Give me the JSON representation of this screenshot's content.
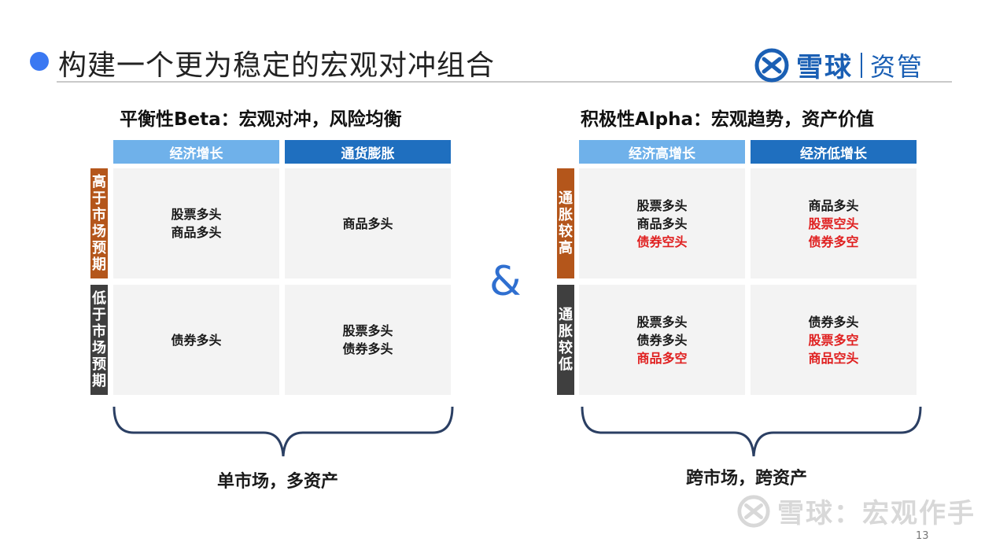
{
  "title": "构建一个更为稳定的宏观对冲组合",
  "logo": {
    "name": "雪球",
    "sub": "资管"
  },
  "left": {
    "subtitle": "平衡性Beta：宏观对冲，风险均衡",
    "col_headers": [
      "经济增长",
      "通货膨胀"
    ],
    "row_headers": [
      "高于市场预期",
      "低于市场预期"
    ],
    "cells": [
      [
        [
          "股票多头",
          "商品多头"
        ],
        [
          "商品多头"
        ]
      ],
      [
        [
          "债券多头"
        ],
        [
          "股票多头",
          "债券多头"
        ]
      ]
    ],
    "footer": "单市场，多资产"
  },
  "ampersand": "&",
  "right": {
    "subtitle": "积极性Alpha：宏观趋势，资产价值",
    "col_headers": [
      "经济高增长",
      "经济低增长"
    ],
    "row_headers": [
      "通胀较高",
      "通胀较低"
    ],
    "cells": [
      [
        [
          {
            "t": "股票多头",
            "red": false
          },
          {
            "t": "商品多头",
            "red": false
          },
          {
            "t": "债券空头",
            "red": true
          }
        ],
        [
          {
            "t": "商品多头",
            "red": false
          },
          {
            "t": "股票空头",
            "red": true
          },
          {
            "t": "债券多空",
            "red": true
          }
        ]
      ],
      [
        [
          {
            "t": "股票多头",
            "red": false
          },
          {
            "t": "债券多头",
            "red": false
          },
          {
            "t": "商品多空",
            "red": true
          }
        ],
        [
          {
            "t": "债券多头",
            "red": false
          },
          {
            "t": "股票多空",
            "red": true
          },
          {
            "t": "商品空头",
            "red": true
          }
        ]
      ]
    ],
    "footer": "跨市场，跨资产"
  },
  "watermark": "雪球：宏观作手",
  "page_number": "13",
  "colors": {
    "accent": "#3a78f2",
    "brand": "#1a5fb4",
    "header_light": "#6fb1ea",
    "header_dark": "#1f6fbf",
    "row_orange": "#b4561b",
    "row_grey": "#3f3f3f",
    "negative": "#e02020"
  }
}
